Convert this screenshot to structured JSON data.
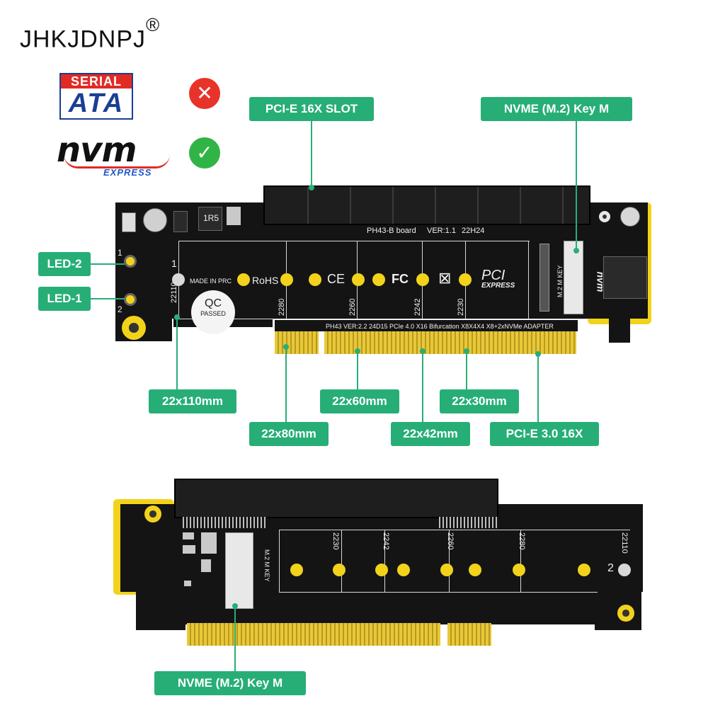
{
  "brand": {
    "name": "JHKJDNPJ",
    "mark": "®"
  },
  "logos": {
    "sata_top": "SERIAL",
    "sata_bottom": "ATA",
    "nvm_word": "nvm",
    "nvm_sub": "EXPRESS",
    "sata_status": "✕",
    "nvme_status": "✓"
  },
  "callouts": {
    "pcie_slot": "PCI-E  16X  SLOT",
    "nvme_top": "NVME  (M.2) Key M",
    "led2": "LED-2",
    "led1": "LED-1",
    "size_110": "22x110mm",
    "size_80": "22x80mm",
    "size_60": "22x60mm",
    "size_42": "22x42mm",
    "size_30": "22x30mm",
    "pcie30": "PCI-E 3.0  16X",
    "nvme_bottom": "NVME  (M.2) Key M"
  },
  "board_top": {
    "name": "PH43-B board",
    "ver": "VER:1.1",
    "date": "22H24",
    "bottom_text": "PH43   VER:2.2   24D15   PCIe 4.0 X16 Bifurcation X8X4X4   X8+2xNVMe ADAPTER",
    "made_in": "MADE IN PRC",
    "rohs": "RoHS",
    "ce": "CE",
    "fc": "FC",
    "pci_express": "PCI",
    "pci_sub": "EXPRESS",
    "key": "M.2 M KEY",
    "qc": "QC",
    "passed": "PASSED",
    "pos": [
      "22110",
      "2280",
      "2260",
      "2242",
      "2230"
    ],
    "num1": "1",
    "num2": "2",
    "inductor": "1R5"
  },
  "board_bottom": {
    "key": "M.2 M KEY",
    "pos": [
      "2230",
      "2242",
      "2260",
      "2280",
      "22110"
    ],
    "num2": "2"
  }
}
